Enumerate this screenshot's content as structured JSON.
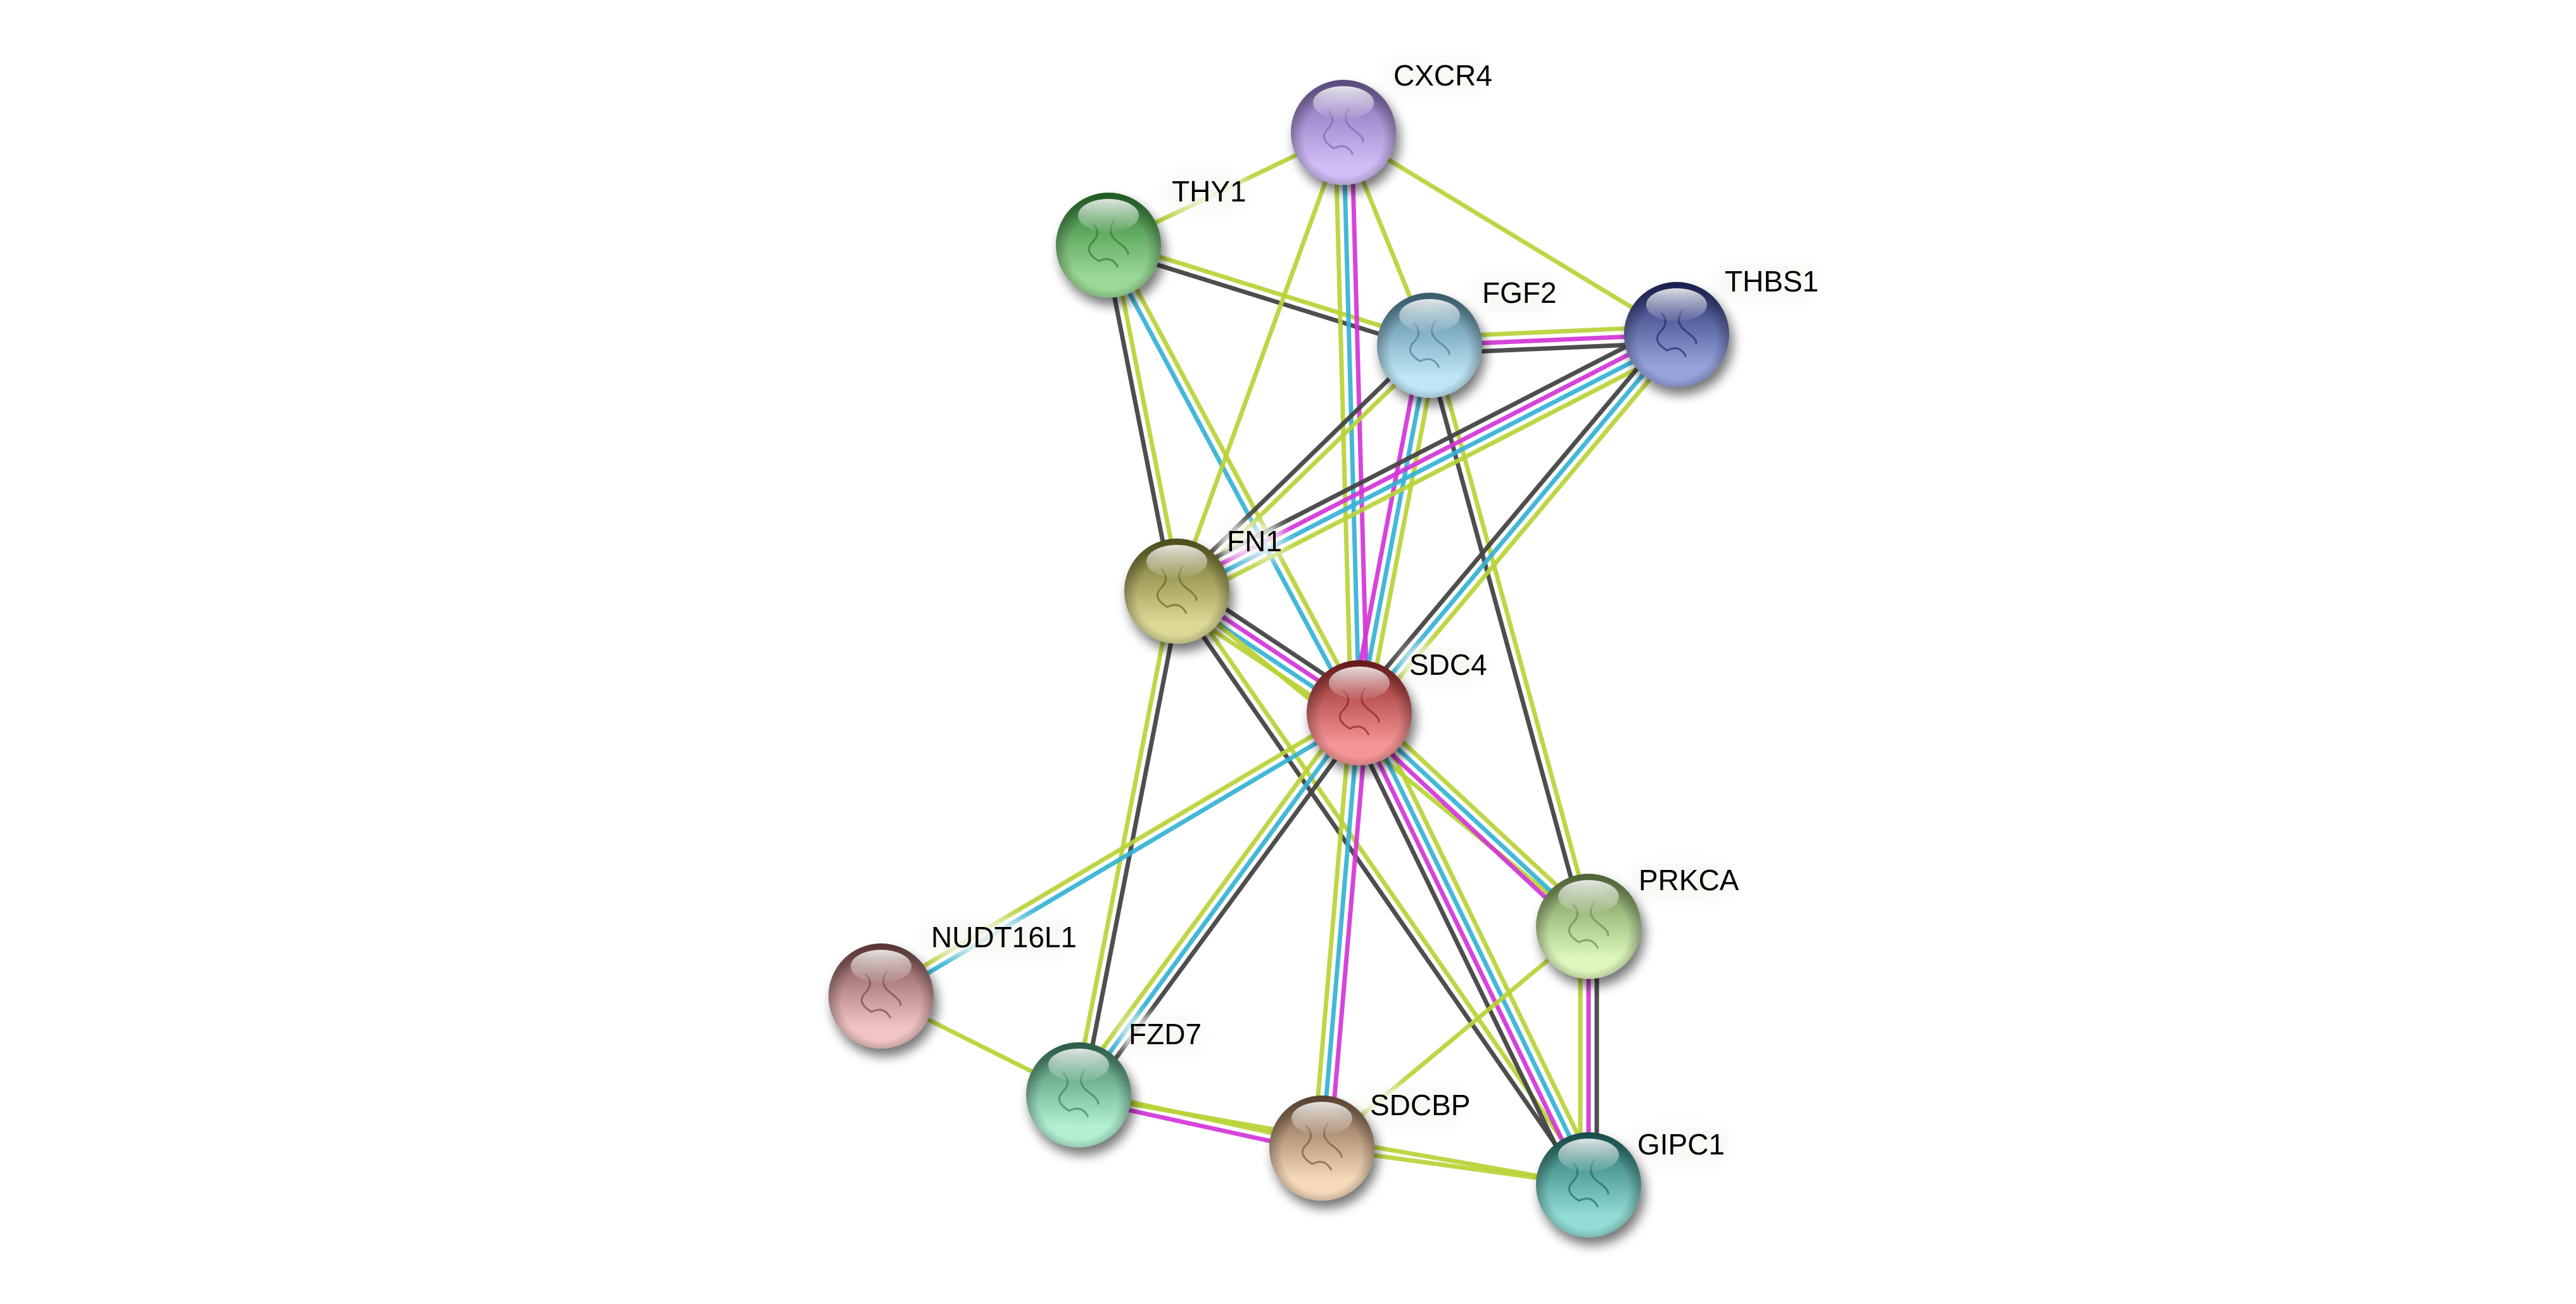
{
  "title": "Protein interaction network",
  "edge_colors": {
    "textmining": "#b9d336",
    "database": "#33b2d5",
    "experiment": "#d234d8",
    "coexpression": "#444444"
  },
  "nodes": [
    {
      "id": "CXCR4",
      "label": "CXCR4",
      "color_top": "#7e68b0",
      "color_bottom": "#d0bcf6"
    },
    {
      "id": "THY1",
      "label": "THY1",
      "color_top": "#2e7d32",
      "color_bottom": "#9ad996"
    },
    {
      "id": "FGF2",
      "label": "FGF2",
      "color_top": "#4e7f96",
      "color_bottom": "#bfe6f7"
    },
    {
      "id": "THBS1",
      "label": "THBS1",
      "color_top": "#232a6a",
      "color_bottom": "#97a2dc"
    },
    {
      "id": "FN1",
      "label": "FN1",
      "color_top": "#6b6a26",
      "color_bottom": "#dcd896"
    },
    {
      "id": "SDC4",
      "label": "SDC4",
      "color_top": "#8e2424",
      "color_bottom": "#f59595"
    },
    {
      "id": "PRKCA",
      "label": "PRKCA",
      "color_top": "#6c8a4c",
      "color_bottom": "#dcf6bc"
    },
    {
      "id": "NUDT16L1",
      "label": "NUDT16L1",
      "color_top": "#7a4a4a",
      "color_bottom": "#f2c4c4"
    },
    {
      "id": "FZD7",
      "label": "FZD7",
      "color_top": "#3d8060",
      "color_bottom": "#b3f0d3"
    },
    {
      "id": "SDCBP",
      "label": "SDCBP",
      "color_top": "#7a5a42",
      "color_bottom": "#f6d9bb"
    },
    {
      "id": "GIPC1",
      "label": "GIPC1",
      "color_top": "#1f6b66",
      "color_bottom": "#92dcd5"
    }
  ],
  "edges": [
    {
      "a": "THY1",
      "b": "CXCR4",
      "types": [
        "textmining"
      ]
    },
    {
      "a": "THY1",
      "b": "FGF2",
      "types": [
        "textmining",
        "coexpression"
      ]
    },
    {
      "a": "THY1",
      "b": "FN1",
      "types": [
        "textmining",
        "coexpression"
      ]
    },
    {
      "a": "THY1",
      "b": "SDC4",
      "types": [
        "textmining",
        "database"
      ]
    },
    {
      "a": "CXCR4",
      "b": "FN1",
      "types": [
        "textmining"
      ]
    },
    {
      "a": "CXCR4",
      "b": "SDC4",
      "types": [
        "experiment",
        "database",
        "textmining"
      ]
    },
    {
      "a": "CXCR4",
      "b": "FGF2",
      "types": [
        "textmining"
      ]
    },
    {
      "a": "CXCR4",
      "b": "THBS1",
      "types": [
        "textmining"
      ]
    },
    {
      "a": "FGF2",
      "b": "THBS1",
      "types": [
        "textmining",
        "experiment",
        "coexpression"
      ]
    },
    {
      "a": "FGF2",
      "b": "FN1",
      "types": [
        "textmining",
        "coexpression"
      ]
    },
    {
      "a": "FGF2",
      "b": "SDC4",
      "types": [
        "textmining",
        "database",
        "experiment"
      ]
    },
    {
      "a": "FGF2",
      "b": "PRKCA",
      "types": [
        "textmining",
        "coexpression"
      ]
    },
    {
      "a": "THBS1",
      "b": "FN1",
      "types": [
        "textmining",
        "database",
        "experiment",
        "coexpression"
      ]
    },
    {
      "a": "THBS1",
      "b": "SDC4",
      "types": [
        "textmining",
        "database",
        "coexpression"
      ]
    },
    {
      "a": "FN1",
      "b": "SDC4",
      "types": [
        "coexpression",
        "experiment",
        "database",
        "textmining"
      ]
    },
    {
      "a": "FN1",
      "b": "PRKCA",
      "types": [
        "textmining"
      ]
    },
    {
      "a": "FN1",
      "b": "GIPC1",
      "types": [
        "textmining",
        "coexpression"
      ]
    },
    {
      "a": "FN1",
      "b": "FZD7",
      "types": [
        "coexpression",
        "textmining"
      ]
    },
    {
      "a": "SDC4",
      "b": "NUDT16L1",
      "types": [
        "database",
        "textmining"
      ]
    },
    {
      "a": "SDC4",
      "b": "FZD7",
      "types": [
        "coexpression",
        "database",
        "textmining"
      ]
    },
    {
      "a": "SDC4",
      "b": "SDCBP",
      "types": [
        "experiment",
        "database",
        "textmining"
      ]
    },
    {
      "a": "SDC4",
      "b": "GIPC1",
      "types": [
        "textmining",
        "database",
        "experiment",
        "coexpression"
      ]
    },
    {
      "a": "SDC4",
      "b": "PRKCA",
      "types": [
        "textmining",
        "database",
        "experiment"
      ]
    },
    {
      "a": "PRKCA",
      "b": "GIPC1",
      "types": [
        "coexpression",
        "experiment",
        "textmining"
      ]
    },
    {
      "a": "PRKCA",
      "b": "SDCBP",
      "types": [
        "textmining"
      ]
    },
    {
      "a": "NUDT16L1",
      "b": "FZD7",
      "types": [
        "textmining"
      ]
    },
    {
      "a": "FZD7",
      "b": "SDCBP",
      "types": [
        "textmining",
        "experiment"
      ]
    },
    {
      "a": "FZD7",
      "b": "GIPC1",
      "types": [
        "textmining"
      ]
    },
    {
      "a": "SDCBP",
      "b": "GIPC1",
      "types": [
        "textmining"
      ]
    }
  ]
}
